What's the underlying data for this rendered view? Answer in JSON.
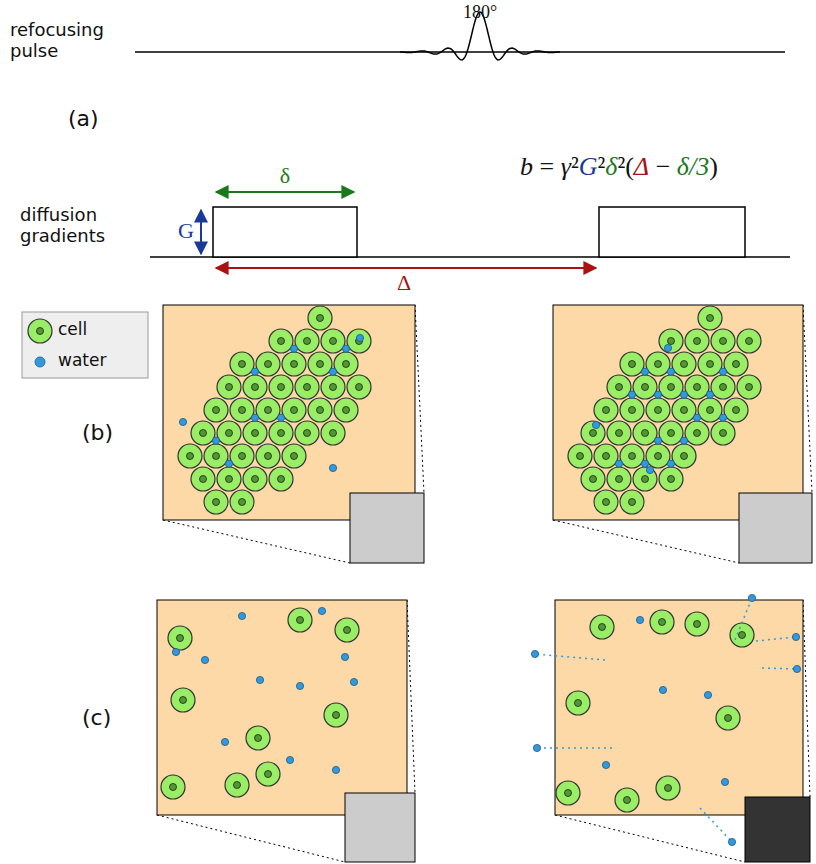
{
  "diagram": {
    "labels": [
      "180°",
      "refocusing pulse",
      "(a)",
      "b = γ²G²δ²(Δ − δ/3)",
      "δ",
      "G",
      "Δ",
      "diffusion gradients",
      "(b)",
      "(c)"
    ],
    "legend": [
      {
        "text": "cell"
      },
      {
        "text": "water"
      }
    ]
  }
}
